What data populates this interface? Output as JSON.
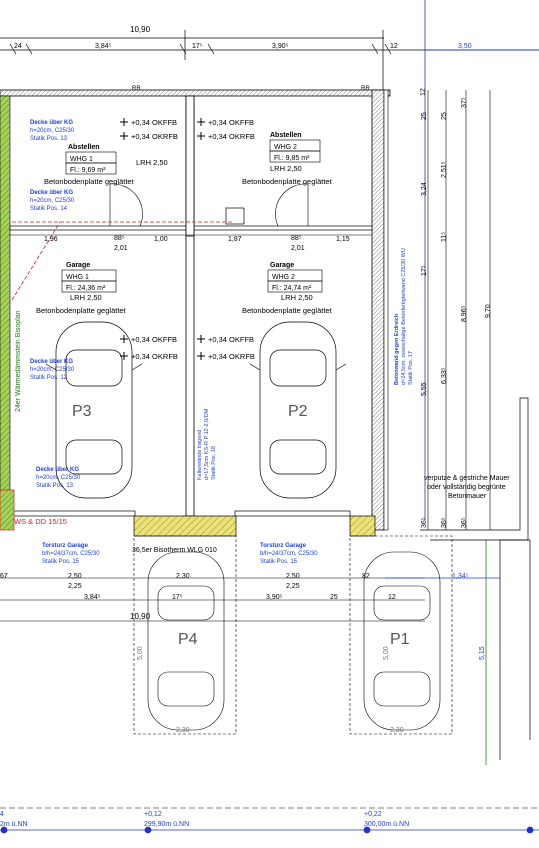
{
  "colors": {
    "line": "#000000",
    "dim_blue": "#1f3fd8",
    "wall_green": "#8fbf3a",
    "hatch_yellow": "#e9e06a",
    "red": "#d81e1e",
    "grid_blue": "#2233cc"
  },
  "top_dims": {
    "total": "10,90",
    "seg1": "24",
    "seg2": "3,84⁵",
    "seg3": "17⁵",
    "seg4": "3,90⁵",
    "seg5": "12",
    "right": "3,50"
  },
  "rr_labels": [
    "RR",
    "RR"
  ],
  "whg1_storage": {
    "slab_title": "Decke über KG",
    "slab_spec": "h=20cm, C25/30",
    "slab_pos": "Statik Pos. 13",
    "level_okffb": "+0,34 OKFFB",
    "level_okrfb": "+0,34 OKRFB",
    "room": "Abstellen",
    "unit": "WHG 1",
    "area": "Fl.: 9,69 m²",
    "height": "LRH 2,50",
    "floor": "Betonbodenplatte geglättet",
    "slab2_title": "Decke über KG",
    "slab2_spec": "h=20cm, C25/30",
    "slab2_pos": "Statik Pos. 14"
  },
  "whg2_storage": {
    "level_okffb": "+0,34 OKFFB",
    "level_okrfb": "+0,34 OKRFB",
    "room": "Abstellen",
    "unit": "WHG 2",
    "area": "Fl.: 9,85 m²",
    "height": "LRH 2,50",
    "floor": "Betonbodenplatte geglättet"
  },
  "mid_dims": [
    "1,96",
    "88⁵",
    "1,00",
    "2,01",
    "1,87",
    "88⁵",
    "1,15",
    "2,01"
  ],
  "garage1": {
    "room": "Garage",
    "unit": "WHG 1",
    "area": "Fl.: 24,36 m²",
    "height": "LRH 2,50",
    "floor": "Betonbodenplatte geglättet",
    "level_okffb": "+0,34 OKFFB",
    "level_okrfb": "+0,34 OKRFB",
    "slab_title": "Decke über KG",
    "slab_spec": "h=20cm, C25/30",
    "slab_pos": "Statik Pos. 12",
    "slab2_title": "Decke über KG",
    "slab2_spec": "h=20cm, C25/30",
    "slab2_pos": "Statik Pos. 13",
    "parking": "P3"
  },
  "garage2": {
    "room": "Garage",
    "unit": "WHG 2",
    "area": "Fl.: 24,74 m²",
    "height": "LRH 2,50",
    "floor": "Betonbodenplatte geglättet",
    "level_okffb": "+0,34 OKFFB",
    "level_okrfb": "+0,34 OKRFB",
    "parking": "P2"
  },
  "left_wall_note": "24er Wärmedämmstein Bisoplan",
  "inner_wall_note": [
    "Kellerwände tragend",
    "d=17,5cm KS-R P 12-2,0/DM",
    "Statik Pos. 18"
  ],
  "right_wall_note": [
    "Betonwand gegen Erdreich",
    "d=24,5cm, zweischalige Betonfertigteilwand C25/30 WU",
    "Statik Pos. 17"
  ],
  "right_vertical_dims": [
    "12",
    "25",
    "37⁵",
    "25",
    "2,51⁵",
    "3,24",
    "11⁵",
    "17⁵",
    "8,96⁵",
    "9,70",
    "6,33⁵",
    "5,55",
    "36⁵",
    "36⁵",
    "36⁵"
  ],
  "facade_note": [
    "verputze & gestriche Mauer",
    "oder vollständig begrünte",
    "Betonmauer"
  ],
  "ws_dd": "WS & DD 15/15",
  "lintel_left": {
    "title": "Torsturz Garage",
    "spec": "b/h=24/37cm, C25/30",
    "pos": "Statik Pos. 15"
  },
  "lintel_right": {
    "title": "Torsturz Garage",
    "spec": "b/h=24/37cm, C25/30",
    "pos": "Statik Pos. 15"
  },
  "bisotherm_note": "36,5er Bisotherm WLG 010",
  "bottom_dims_row1": [
    "67",
    "2,50",
    "2,25",
    "2,30",
    "2,50",
    "2,25",
    "82",
    "1,34⁵"
  ],
  "bottom_dims_row2": [
    "3,84⁵",
    "17⁵",
    "3,90⁵",
    "12",
    "25"
  ],
  "bottom_total": "10,90",
  "outdoor_parking": [
    {
      "label": "P4",
      "length": "5,00",
      "width": "2,30"
    },
    {
      "label": "P1",
      "length": "5,00",
      "width": "2,30"
    }
  ],
  "side_dim": "5,15",
  "levels_bottom": [
    {
      "top": "4",
      "bottom": "2m ü.NN"
    },
    {
      "top": "+0,12",
      "bottom": "299,90m ü.NN"
    },
    {
      "top": "+0,22",
      "bottom": "300,00m ü.NN"
    }
  ]
}
